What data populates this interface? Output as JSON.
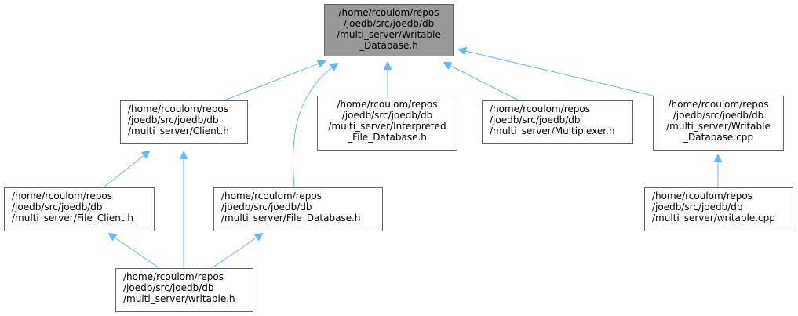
{
  "colors": {
    "edge": "#63b8ff",
    "node_border": "#666666",
    "focus_fill": "#999999",
    "node_fill": "#ffffff"
  },
  "nodes": [
    {
      "id": "writable_database_h",
      "focus": true,
      "lines": [
        "/home/rcoulom/repos",
        "/joedb/src/joedb/db",
        "/multi_server/Writable",
        "_Database.h"
      ]
    },
    {
      "id": "client_h",
      "focus": false,
      "lines": [
        "/home/rcoulom/repos",
        "/joedb/src/joedb/db",
        "/multi_server/Client.h"
      ]
    },
    {
      "id": "interpreted_file_database_h",
      "focus": false,
      "lines": [
        "/home/rcoulom/repos",
        "/joedb/src/joedb/db",
        "/multi_server/Interpreted",
        "_File_Database.h"
      ]
    },
    {
      "id": "multiplexer_h",
      "focus": false,
      "lines": [
        "/home/rcoulom/repos",
        "/joedb/src/joedb/db",
        "/multi_server/Multiplexer.h"
      ]
    },
    {
      "id": "writable_database_cpp",
      "focus": false,
      "lines": [
        "/home/rcoulom/repos",
        "/joedb/src/joedb/db",
        "/multi_server/Writable",
        "_Database.cpp"
      ]
    },
    {
      "id": "file_client_h",
      "focus": false,
      "lines": [
        "/home/rcoulom/repos",
        "/joedb/src/joedb/db",
        "/multi_server/File_Client.h"
      ]
    },
    {
      "id": "file_database_h",
      "focus": false,
      "lines": [
        "/home/rcoulom/repos",
        "/joedb/src/joedb/db",
        "/multi_server/File_Database.h"
      ]
    },
    {
      "id": "writable_cpp",
      "focus": false,
      "lines": [
        "/home/rcoulom/repos",
        "/joedb/src/joedb/db",
        "/multi_server/writable.cpp"
      ]
    },
    {
      "id": "writable_h",
      "focus": false,
      "lines": [
        "/home/rcoulom/repos",
        "/joedb/src/joedb/db",
        "/multi_server/writable.h"
      ]
    }
  ],
  "edges": [
    {
      "from": "client_h",
      "to": "writable_database_h"
    },
    {
      "from": "file_database_h",
      "to": "writable_database_h"
    },
    {
      "from": "interpreted_file_database_h",
      "to": "writable_database_h"
    },
    {
      "from": "multiplexer_h",
      "to": "writable_database_h"
    },
    {
      "from": "writable_database_cpp",
      "to": "writable_database_h"
    },
    {
      "from": "file_client_h",
      "to": "client_h"
    },
    {
      "from": "writable_h",
      "to": "client_h"
    },
    {
      "from": "writable_h",
      "to": "file_client_h"
    },
    {
      "from": "writable_h",
      "to": "file_database_h"
    },
    {
      "from": "writable_cpp",
      "to": "writable_database_cpp"
    }
  ]
}
